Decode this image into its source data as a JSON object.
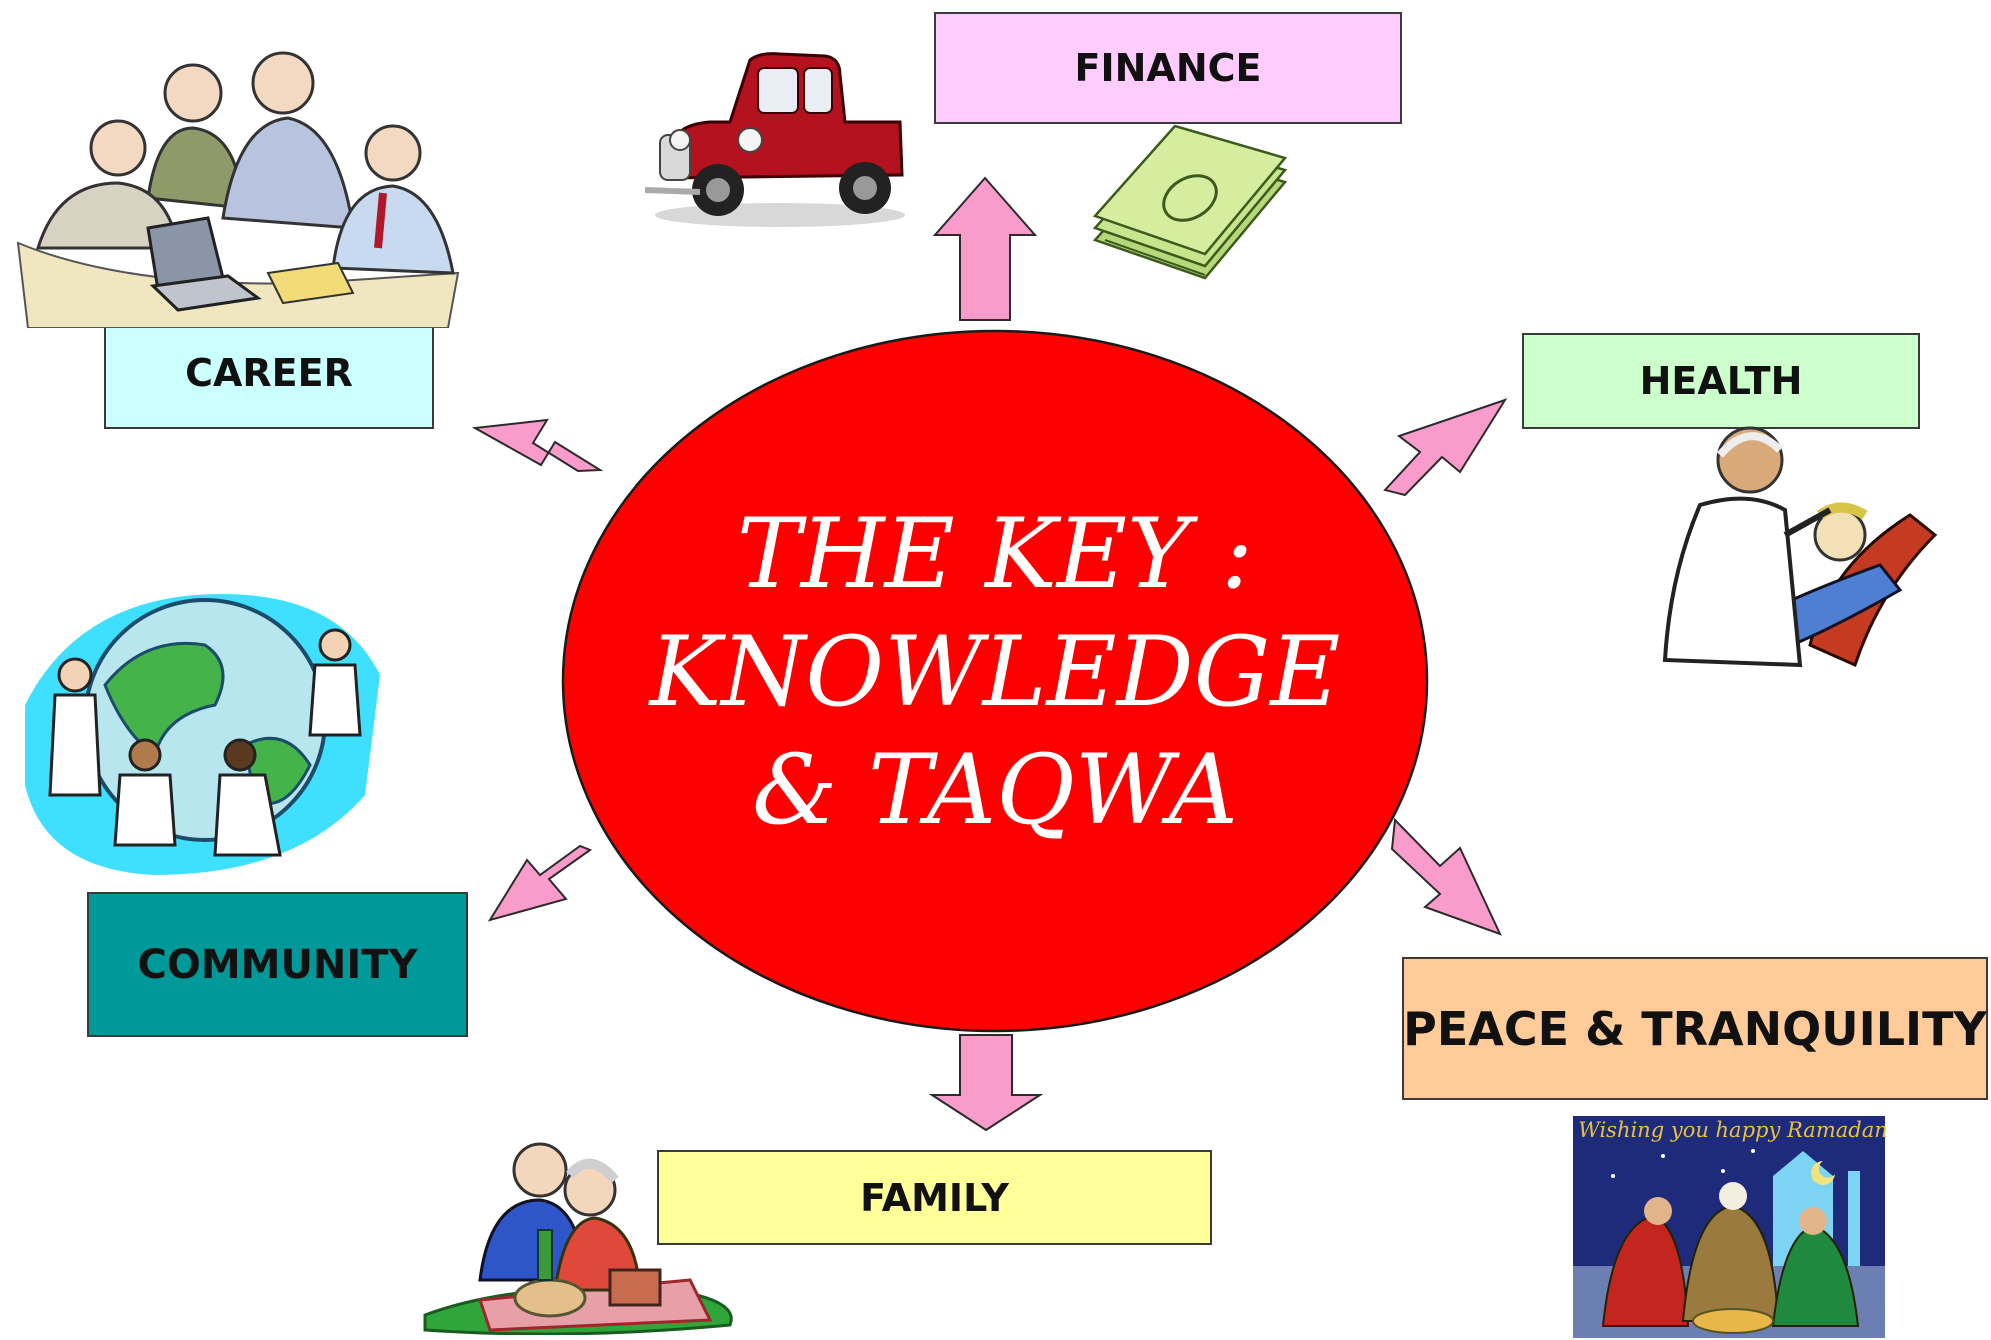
{
  "center": {
    "lines": [
      "THE KEY :",
      "KNOWLEDGE",
      "& TAQWA"
    ]
  },
  "categories": {
    "finance": "FINANCE",
    "career": "CAREER",
    "health": "HEALTH",
    "community": "COMMUNITY",
    "peace": "PEACE & TRANQUILITY",
    "family": "FAMILY"
  },
  "ramadan_card": {
    "caption": "Wishing you happy Ramadan"
  },
  "colors": {
    "center_fill": "#ff0000",
    "arrow_fill": "#f99ccb",
    "finance_box": "#ffccff",
    "career_box": "#ccffff",
    "health_box": "#ccffcc",
    "community_box": "#009999",
    "peace_box": "#ffcc99",
    "family_box": "#ffff99"
  },
  "icons": [
    "red-pickup-truck-icon",
    "money-stack-icon",
    "office-team-icon",
    "doctor-patient-icon",
    "world-children-icon",
    "picnic-couple-icon",
    "ramadan-prayer-icon"
  ]
}
